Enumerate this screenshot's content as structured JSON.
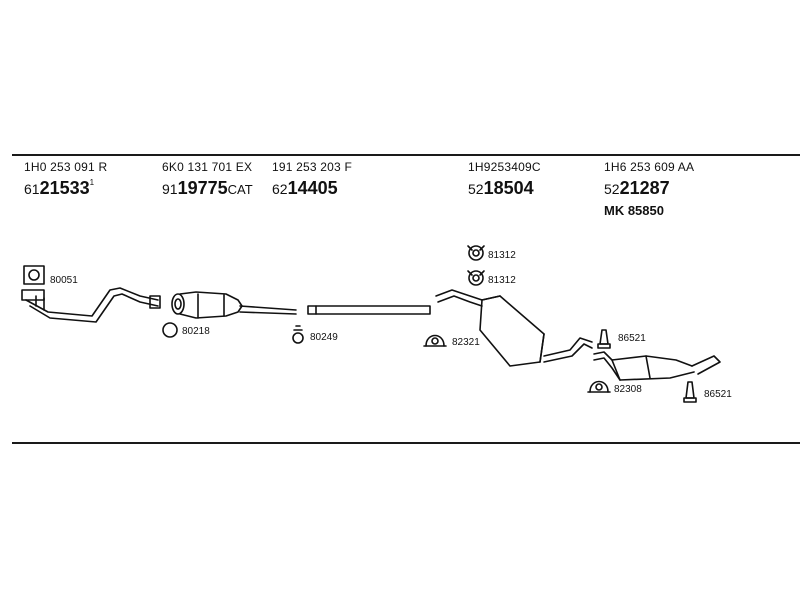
{
  "parts": [
    {
      "oem": "1H0 253 091 R",
      "prefix": "61",
      "core": "21533",
      "suffix": "",
      "sup": "1"
    },
    {
      "oem": "6K0 131 701 EX",
      "prefix": "91",
      "core": "19775",
      "suffix": "CAT",
      "sup": ""
    },
    {
      "oem": "191 253 203 F",
      "prefix": "62",
      "core": "14405",
      "suffix": "",
      "sup": ""
    },
    {
      "oem": "1H9253409C",
      "prefix": "52",
      "core": "18504",
      "suffix": "",
      "sup": ""
    },
    {
      "oem": "1H6 253 609 AA",
      "prefix": "52",
      "core": "21287",
      "suffix": "",
      "sup": ""
    }
  ],
  "mk_label": "MK 85850",
  "accessories": {
    "a80051": "80051",
    "a80218": "80218",
    "a80249": "80249",
    "a81312_top": "81312",
    "a81312_bottom": "81312",
    "a82321": "82321",
    "a86521_top": "86521",
    "a82308": "82308",
    "a86521_bottom": "86521"
  }
}
